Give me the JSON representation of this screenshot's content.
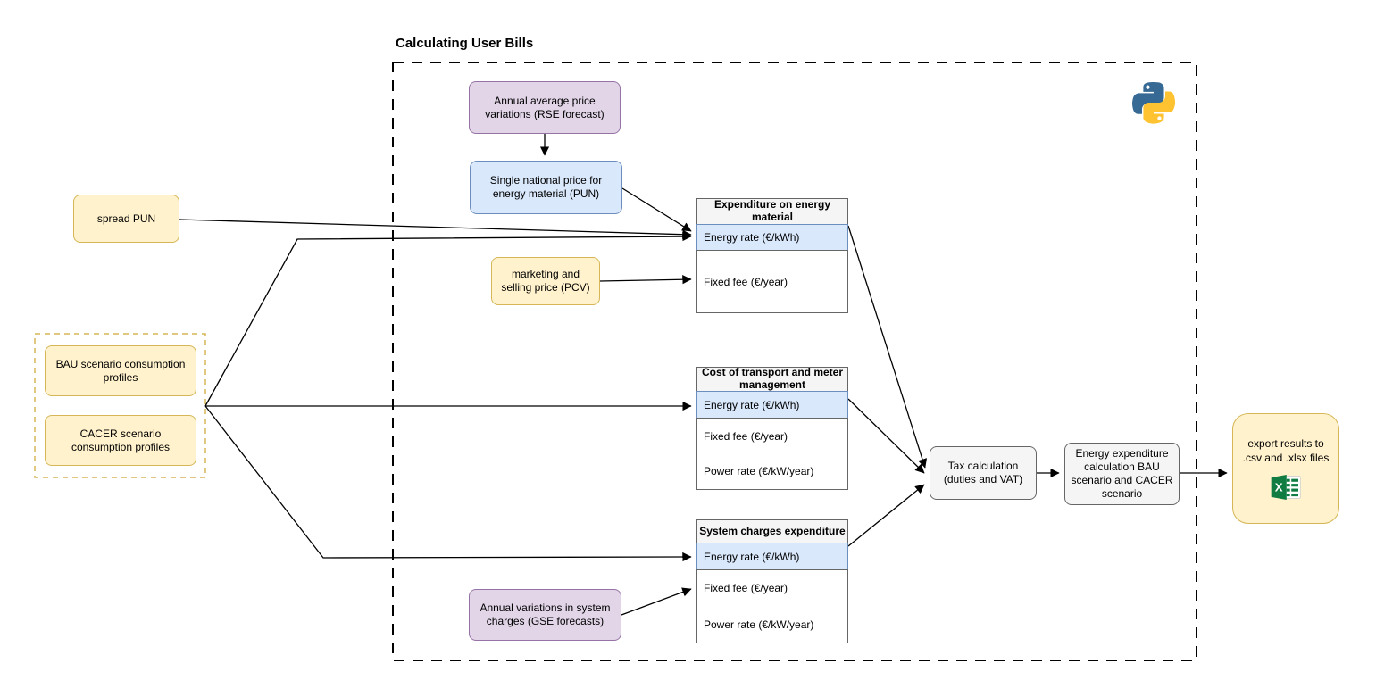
{
  "title": "Calculating User Bills",
  "nodes": {
    "rse_forecast": {
      "label": "Annual average price variations (RSE forecast)"
    },
    "pun": {
      "label": "Single national price for energy material (PUN)"
    },
    "spread_pun": {
      "label": "spread PUN"
    },
    "pcv": {
      "label": "marketing and selling price (PCV)"
    },
    "bau_profiles": {
      "label": "BAU scenario consumption profiles"
    },
    "cacer_profiles": {
      "label": "CACER scenario consumption profiles"
    },
    "gse_forecasts": {
      "label": "Annual variations in system charges (GSE forecasts)"
    },
    "tax": {
      "label": "Tax calculation (duties and VAT)"
    },
    "energy_exp": {
      "label": "Energy expenditure calculation BAU scenario and CACER scenario"
    },
    "export": {
      "label": "export results to .csv and .xlsx files"
    }
  },
  "tables": [
    {
      "title": "Expenditure on energy material",
      "rows": [
        {
          "label": "Energy rate (€/kWh)",
          "highlight": true
        },
        {
          "label": "Fixed fee (€/year)",
          "highlight": false
        }
      ]
    },
    {
      "title": "Cost of transport and meter management",
      "rows": [
        {
          "label": "Energy rate (€/kWh)",
          "highlight": true
        },
        {
          "label": "Fixed fee (€/year)",
          "highlight": false
        },
        {
          "label": "Power rate (€/kW/year)",
          "highlight": false
        }
      ]
    },
    {
      "title": "System charges expenditure",
      "rows": [
        {
          "label": "Energy rate (€/kWh)",
          "highlight": true
        },
        {
          "label": "Fixed fee (€/year)",
          "highlight": false
        },
        {
          "label": "Power rate (€/kW/year)",
          "highlight": false
        }
      ]
    }
  ],
  "icons": {
    "python": "python-logo",
    "excel": "excel-spreadsheet-icon"
  },
  "colors": {
    "purple_fill": "#E1D5E7",
    "purple_stroke": "#9673A6",
    "blue_fill": "#DAE8FC",
    "blue_stroke": "#6C8EBF",
    "yellow_fill": "#FFF2CC",
    "yellow_stroke": "#D6B656",
    "gray_fill": "#F5F5F5",
    "gray_stroke": "#666666",
    "connector": "#000000",
    "python_blue": "#366994",
    "python_yellow": "#FFC331",
    "excel_green": "#107C41"
  }
}
